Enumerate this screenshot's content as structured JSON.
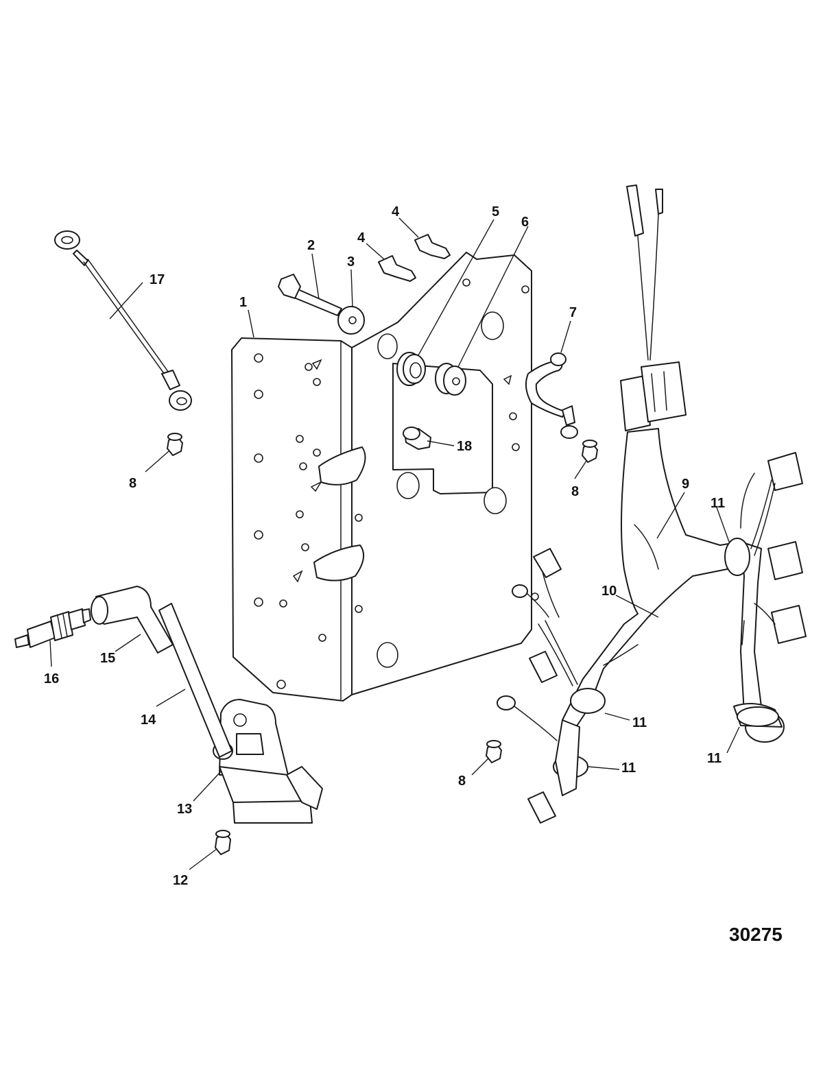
{
  "figure_number": "30275",
  "callouts": [
    "1",
    "2",
    "3",
    "4",
    "4",
    "5",
    "6",
    "7",
    "8",
    "8",
    "8",
    "9",
    "10",
    "11",
    "11",
    "11",
    "11",
    "12",
    "13",
    "14",
    "15",
    "16",
    "17",
    "18"
  ]
}
